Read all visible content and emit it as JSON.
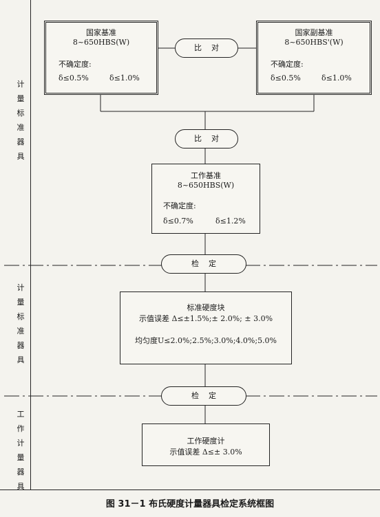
{
  "sections": [
    {
      "label": "计\n量\n标\n准\n器\n具"
    },
    {
      "label": "计\n量\n标\n准\n器\n具"
    },
    {
      "label": "工\n作\n计\n量\n器\n具"
    }
  ],
  "boxes": {
    "national_primary": {
      "title": "国家基准",
      "range": "8~650HBS(W)",
      "uncertainty_label": "不确定度:",
      "delta_a": "δ≤0.5%",
      "delta_b": "δ≤1.0%"
    },
    "national_secondary": {
      "title": "国家副基准",
      "range": "8~650HBS'(W)",
      "uncertainty_label": "不确定度:",
      "delta_a": "δ≤0.5%",
      "delta_b": "δ≤1.0%"
    },
    "working_standard": {
      "title": "工作基准",
      "range": "8~650HBS(W)",
      "uncertainty_label": "不确定度:",
      "delta_a": "δ≤0.7%",
      "delta_b": "δ≤1.2%"
    },
    "standard_block": {
      "title": "标准硬度块",
      "error_line": "示值误差 Δ≤±1.5%;± 2.0%; ± 3.0%",
      "uniformity_line": "均匀度U≤2.0%;2.5%;3.0%;4.0%;5.0%"
    },
    "working_tester": {
      "title": "工作硬度计",
      "error_line": "示值误差  Δ≤± 3.0%"
    }
  },
  "pills": {
    "compare_top": "比对",
    "compare_mid": "比对",
    "verify_1": "检定",
    "verify_2": "检定"
  },
  "caption": "图 31－1    布氏硬度计量器具检定系统框图"
}
